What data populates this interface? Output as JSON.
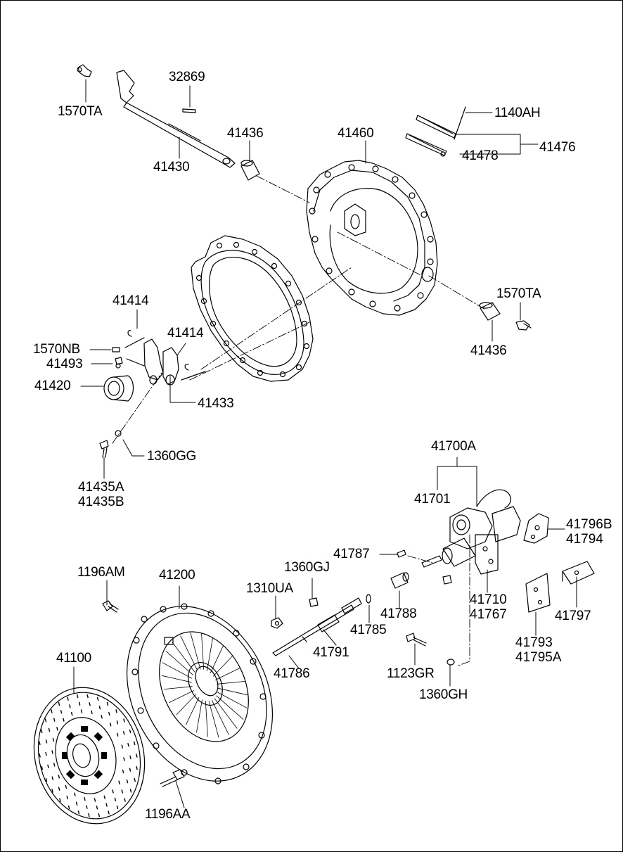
{
  "colors": {
    "ink": "#000000",
    "paper": "#ffffff"
  },
  "part_numbers": {
    "p_1570TA_a": "1570TA",
    "p_32869": "32869",
    "p_41430": "41430",
    "p_41436_a": "41436",
    "p_41460": "41460",
    "p_1140AH": "1140AH",
    "p_41476": "41476",
    "p_41478": "41478",
    "p_1570TA_b": "1570TA",
    "p_41436_b": "41436",
    "p_41414_a": "41414",
    "p_41414_b": "41414",
    "p_1570NB": "1570NB",
    "p_41493": "41493",
    "p_41420": "41420",
    "p_41433": "41433",
    "p_1360GG": "1360GG",
    "p_41435A": "41435A",
    "p_41435B": "41435B",
    "p_41700A": "41700A",
    "p_41701": "41701",
    "p_41796B": "41796B",
    "p_41794": "41794",
    "p_41787": "41787",
    "p_1196AM": "1196AM",
    "p_41200": "41200",
    "p_1360GJ": "1360GJ",
    "p_1310UA": "1310UA",
    "p_41788": "41788",
    "p_41710": "41710",
    "p_41767": "41767",
    "p_41797": "41797",
    "p_41785": "41785",
    "p_41791": "41791",
    "p_41786": "41786",
    "p_41793": "41793",
    "p_41795A": "41795A",
    "p_1123GR": "1123GR",
    "p_1360GH": "1360GH",
    "p_41100": "41100",
    "p_1196AA": "1196AA"
  }
}
